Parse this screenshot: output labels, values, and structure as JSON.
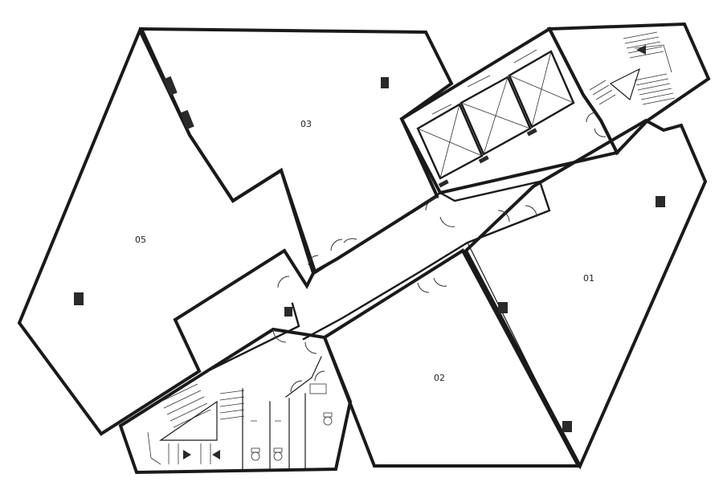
{
  "plan": {
    "units": [
      {
        "id": "u01",
        "label": "01"
      },
      {
        "id": "u02",
        "label": "02"
      },
      {
        "id": "u03",
        "label": "03"
      },
      {
        "id": "u05",
        "label": "05"
      }
    ],
    "icons": {
      "stair": "stair-icon",
      "elevator": "elevator-icon",
      "toilet": "toilet-icon",
      "door": "door-swing-icon",
      "column": "column-icon",
      "arrow": "direction-arrow-icon"
    },
    "colors": {
      "wall": "#1a1a1a",
      "background": "#ffffff"
    }
  }
}
